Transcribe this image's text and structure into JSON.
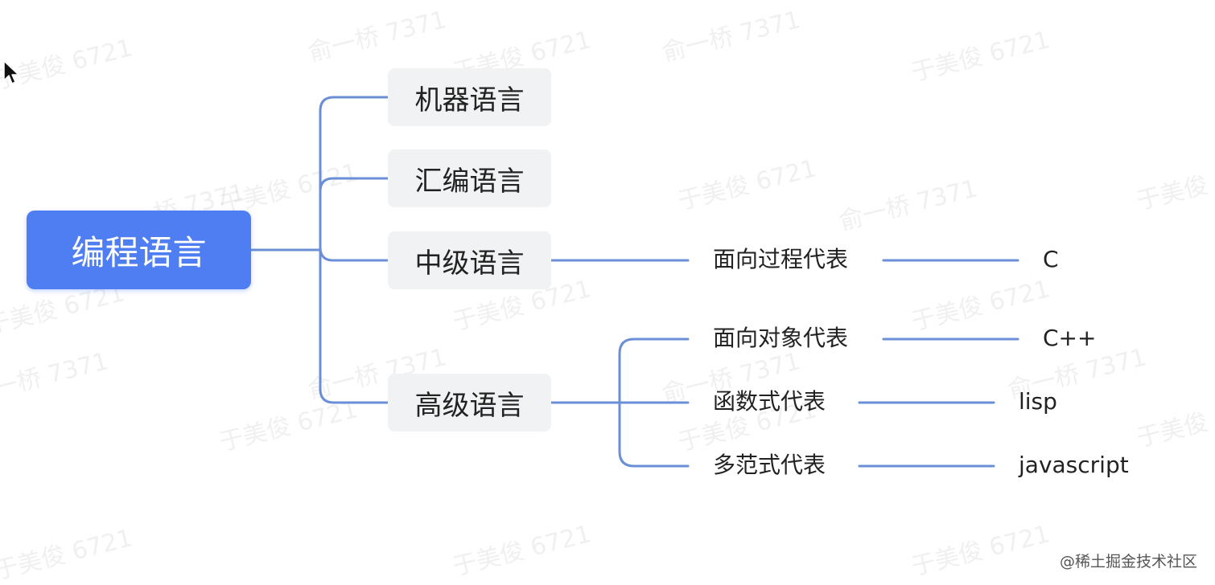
{
  "diagram": {
    "root": {
      "label": "编程语言"
    },
    "branches": [
      {
        "label": "机器语言"
      },
      {
        "label": "汇编语言"
      },
      {
        "label": "中级语言",
        "children": [
          {
            "label": "面向过程代表",
            "example": "C"
          }
        ]
      },
      {
        "label": "高级语言",
        "children": [
          {
            "label": "面向对象代表",
            "example": "C++"
          },
          {
            "label": "函数式代表",
            "example": "lisp"
          },
          {
            "label": "多范式代表",
            "example": "javascript"
          }
        ]
      }
    ]
  },
  "watermark": {
    "text_primary": "于美俊 6721",
    "text_secondary": "俞一桥 7371"
  },
  "credit": "@稀土掘金技术社区",
  "colors": {
    "root_fill": "#4e7ef2",
    "connector": "#6b8fd6",
    "branch_fill": "#f1f2f3",
    "text": "#222222"
  },
  "icons": {
    "cursor": "mouse-pointer-icon"
  }
}
